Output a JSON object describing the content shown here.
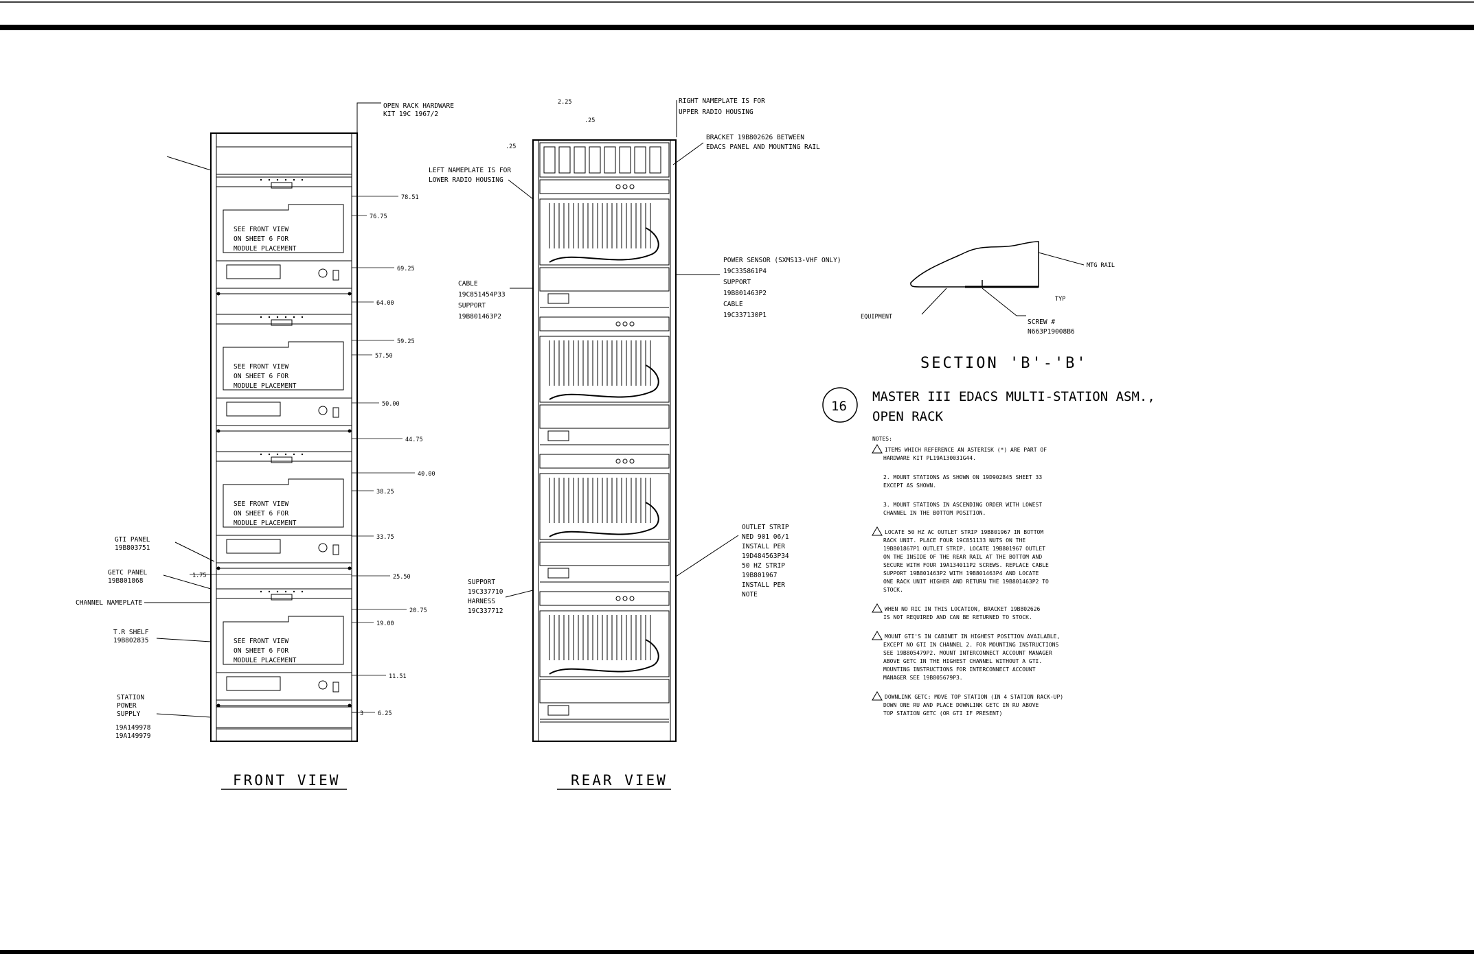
{
  "front_view": {
    "title": "FRONT VIEW",
    "callouts": [
      "OPEN RACK HARDWARE",
      "KIT 19C 1967/2",
      "GTI PANEL",
      "19B803751",
      "GETC PANEL",
      "19B801868",
      "CHANNEL NAMEPLATE",
      "T.R SHELF",
      "19B802835",
      "STATION",
      "POWER",
      "SUPPLY",
      "19A149978",
      "19A149979"
    ],
    "panel_note": [
      "SEE FRONT VIEW",
      "ON SHEET 6 FOR",
      "MODULE PLACEMENT"
    ],
    "dimensions": [
      "78.51",
      "76.75",
      "69.25",
      "64.00",
      "59.25",
      "57.50",
      "50.00",
      "44.75",
      "40.00",
      "38.25",
      "33.75",
      "25.50",
      "20.75",
      "19.00",
      "11.51",
      "6.25",
      "3",
      "1.75"
    ]
  },
  "rear_view": {
    "title": "REAR VIEW",
    "callouts": [
      "RIGHT NAMEPLATE IS FOR",
      "UPPER RADIO HOUSING",
      "BRACKET 19B802626 BETWEEN",
      "EDACS PANEL AND MOUNTING RAIL",
      "LEFT NAMEPLATE IS FOR",
      "LOWER RADIO HOUSING",
      "CABLE",
      "19C851454P33",
      "SUPPORT",
      "19B801463P2",
      "POWER SENSOR (SXMS13-VHF ONLY)",
      "19C335861P4",
      "SUPPORT",
      "19B801463P2",
      "CABLE",
      "19C337130P1",
      "OUTLET STRIP",
      "NED 901 06/1",
      "INSTALL PER",
      "19D484563P34",
      "50 HZ STRIP",
      "19B801967",
      "INSTALL PER",
      "NOTE",
      "SUPPORT",
      "19C337710",
      "HARNESS",
      "19C337712"
    ],
    "dimensions": [
      "2.25",
      ".25",
      ".25"
    ]
  },
  "section": {
    "title": "SECTION 'B'-'B'",
    "labels": [
      "MTG RAIL",
      "TYP",
      "EQUIPMENT",
      "SCREW #",
      "N663P19008B6"
    ]
  },
  "assembly": {
    "number": "16",
    "title_line1": "MASTER III EDACS MULTI-STATION ASM.,",
    "title_line2": "OPEN RACK"
  },
  "notes": {
    "heading": "NOTES:",
    "items": [
      [
        "ITEMS WHICH REFERENCE AN ASTERISK (*) ARE PART OF",
        "HARDWARE KIT PL19A130031G44."
      ],
      [
        "2. MOUNT STATIONS AS SHOWN ON 19D902845 SHEET 33",
        "EXCEPT AS SHOWN."
      ],
      [
        "3. MOUNT STATIONS IN ASCENDING ORDER WITH LOWEST",
        "CHANNEL IN THE BOTTOM POSITION."
      ],
      [
        "LOCATE 50 HZ AC OUTLET STRIP 19B801967 IN BOTTOM",
        "RACK UNIT. PLACE FOUR 19C851133 NUTS ON THE",
        "19B801867P1 OUTLET STRIP. LOCATE 19B801967 OUTLET",
        "ON THE INSIDE OF THE REAR RAIL AT THE BOTTOM AND",
        "SECURE WITH FOUR 19A134011P2 SCREWS. REPLACE CABLE",
        "SUPPORT 19B801463P2 WITH 19B801463P4 AND LOCATE",
        "ONE RACK UNIT HIGHER AND RETURN THE 19B801463P2 TO",
        "STOCK."
      ],
      [
        "WHEN NO RIC IN THIS LOCATION, BRACKET 19B802626",
        "IS NOT REQUIRED AND CAN BE RETURNED TO STOCK."
      ],
      [
        "MOUNT GTI'S IN CABINET IN HIGHEST POSITION AVAILABLE,",
        "EXCEPT NO GTI IN CHANNEL 2. FOR MOUNTING INSTRUCTIONS",
        "SEE 19B805479P2. MOUNT INTERCONNECT ACCOUNT MANAGER",
        "ABOVE GETC IN THE HIGHEST CHANNEL WITHOUT A GTI.",
        "MOUNTING INSTRUCTIONS FOR INTERCONNECT ACCOUNT",
        "MANAGER SEE 19B805679P3."
      ],
      [
        "DOWNLINK GETC: MOVE TOP STATION (IN 4 STATION RACK-UP)",
        "DOWN ONE RU AND PLACE DOWNLINK GETC IN RU ABOVE",
        "TOP STATION GETC (OR GTI IF PRESENT)"
      ]
    ]
  }
}
